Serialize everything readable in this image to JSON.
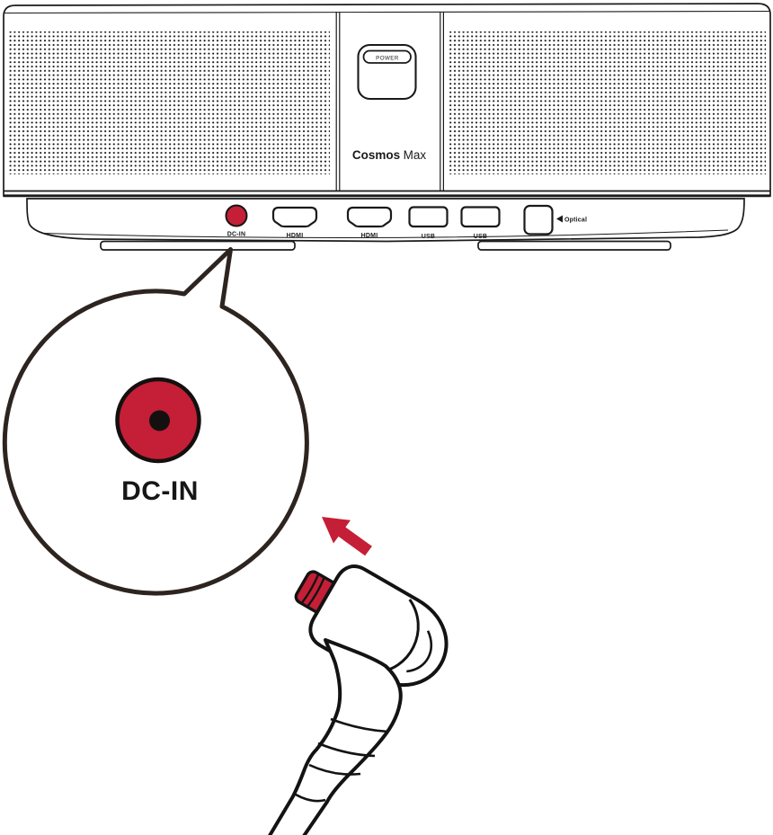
{
  "device": {
    "power_button": "POWER",
    "brand": {
      "bold": "Cosmos",
      "regular": "Max"
    },
    "ports": [
      {
        "label": "DC-IN"
      },
      {
        "label": "HDMI"
      },
      {
        "label": "HDMI"
      },
      {
        "label": "USB"
      },
      {
        "label": "USB"
      },
      {
        "label": "Optical"
      }
    ]
  },
  "callout": {
    "port_label": "DC-IN"
  },
  "colors": {
    "accent_red": "#c41f36",
    "line": "#1a1a1a",
    "callout_outline": "#2d2420"
  }
}
